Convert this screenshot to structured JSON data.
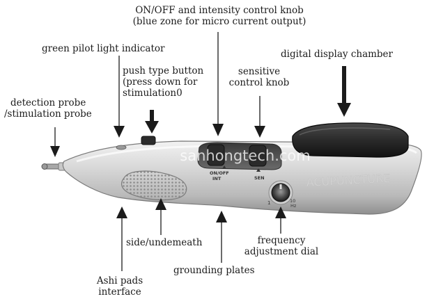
{
  "labels": {
    "knob_onoff_l1": "ON/OFF and intensity control knob",
    "knob_onoff_l2": "(blue zone for micro current output)",
    "pilot_light": "green pilot light indicator",
    "digital_display": "digital display chamber",
    "push_button_l1": "push type button",
    "push_button_l2": "(press down for",
    "push_button_l3": "stimulation0",
    "sensitive_l1": "sensitive",
    "sensitive_l2": "control knob",
    "probe_l1": "detection probe",
    "probe_l2": "/stimulation probe",
    "side": "side/undemeath",
    "frequency_l1": "frequency",
    "frequency_l2": "adjustment dial",
    "ashi_l1": "Ashi pads",
    "ashi_l2": "interface",
    "grounding": "grounding plates"
  },
  "device": {
    "onoff_marking_l1": "ON/OFF",
    "onoff_marking_l2": "INT",
    "sen_marking": "SEN",
    "dial_min": "1",
    "dial_max_l1": "10",
    "dial_max_l2": "Hz",
    "body_text": "ACUPUNCTURE"
  },
  "watermark": "sanhongtech.com"
}
